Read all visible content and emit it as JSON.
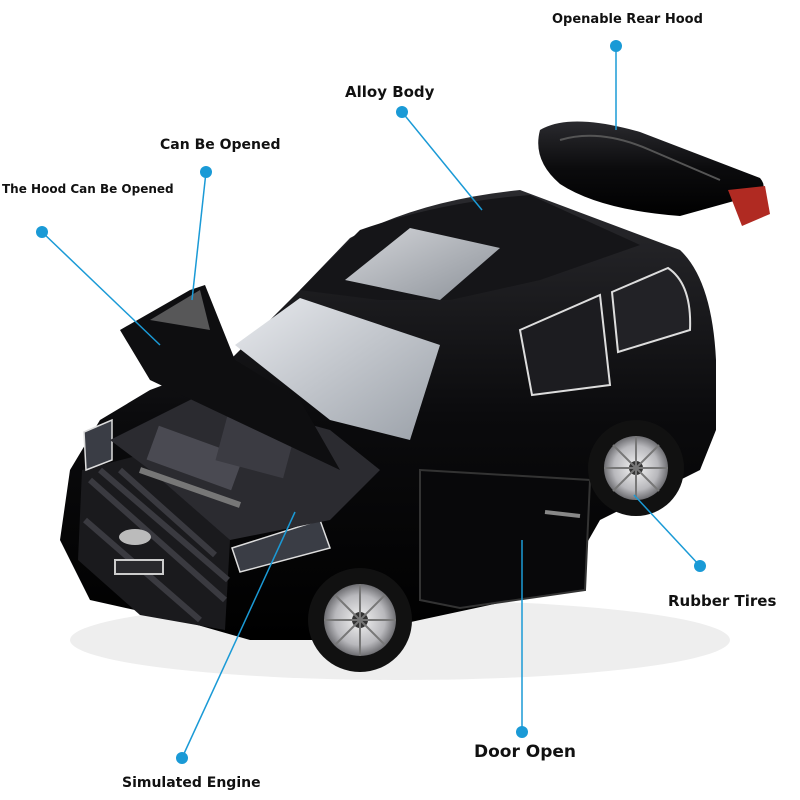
{
  "labels": {
    "rear_hood": "Openable Rear Hood",
    "alloy_body": "Alloy Body",
    "can_be_opened": "Can Be Opened",
    "hood_opened": "The Hood Can Be Opened",
    "rubber_tires": "Rubber Tires",
    "door_open": "Door Open",
    "simulated_engine": "Simulated Engine"
  },
  "colors": {
    "callout": "#1a9ad6",
    "car_body": "#0d0d0f",
    "label_text": "#111111"
  }
}
